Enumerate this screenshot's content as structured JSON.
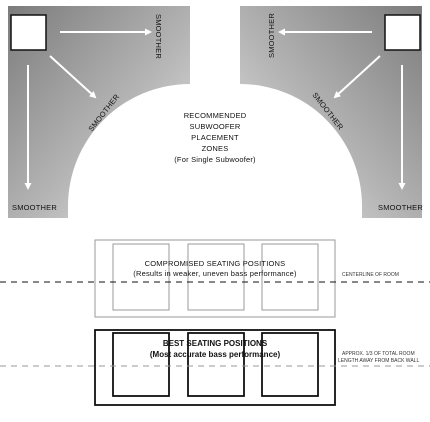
{
  "zone_labels": {
    "smoother": "SMOOTHER",
    "center_lines": [
      "RECOMMENDED",
      "SUBWOOFER",
      "PLACEMENT",
      "ZONES",
      "(For Single Subwoofer)"
    ]
  },
  "compromised": {
    "title": "COMPROMISED SEATING POSITIONS",
    "subtitle": "(Results in weaker, uneven bass performance)"
  },
  "best": {
    "title": "BEST SEATING POSITIONS",
    "subtitle": "(Most accurate bass performance)"
  },
  "side_notes": {
    "centerline": "CENTERLINE OF ROOM",
    "approx_line1": "APPROX. 1/3 OF TOTAL ROOM",
    "approx_line2": "LENGTH AWAY FROM BACK WALL"
  },
  "colors": {
    "zone_dark": "#7a7a7a",
    "zone_light": "#e6e6e6",
    "compromised_stroke": "#9a9a9a",
    "best_stroke": "#111111"
  }
}
